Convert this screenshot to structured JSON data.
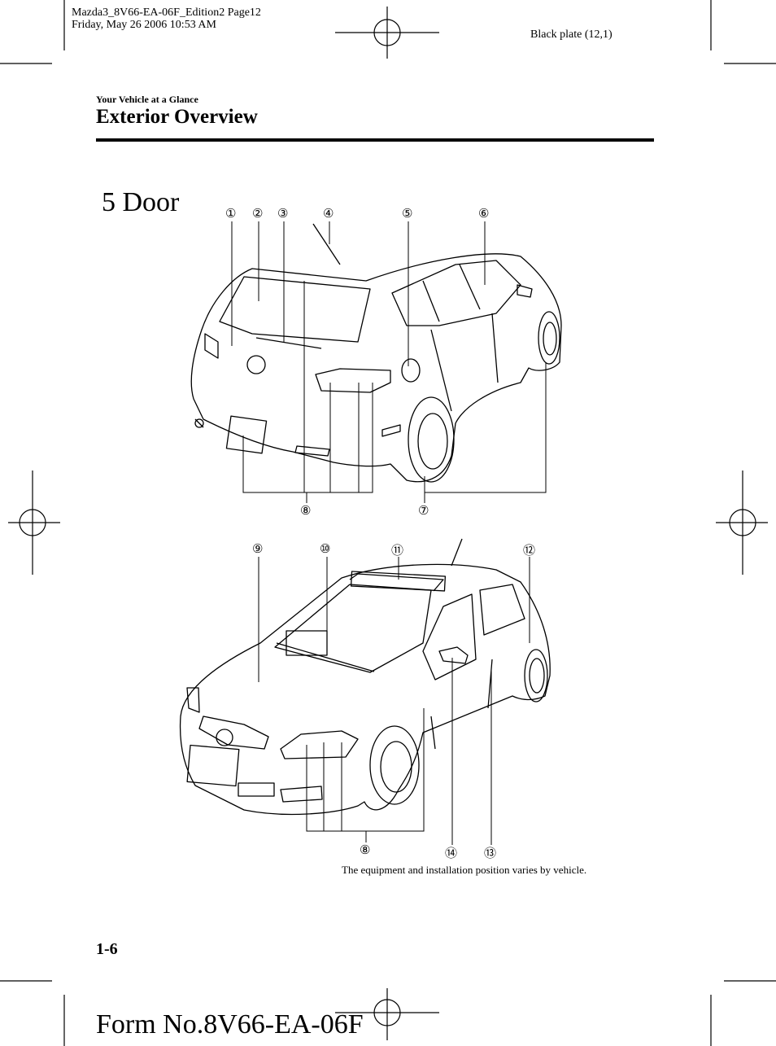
{
  "print_header": {
    "line1": "Mazda3_8V66-EA-06F_Edition2 Page12",
    "line2": "Friday, May 26 2006 10:53 AM",
    "plate": "Black plate (12,1)"
  },
  "section": "Your Vehicle at a Glance",
  "title": "Exterior Overview",
  "variant": "5 Door",
  "rear_callouts": [
    "①",
    "②",
    "③",
    "④",
    "⑤",
    "⑥",
    "⑦",
    "⑧"
  ],
  "front_callouts": [
    "⑨",
    "⑩",
    "⑪",
    "⑫",
    "⑧",
    "⑭",
    "⑬"
  ],
  "footnote": "The equipment and installation position varies by vehicle.",
  "page_number": "1-6",
  "form_number": "Form No.8V66-EA-06F"
}
